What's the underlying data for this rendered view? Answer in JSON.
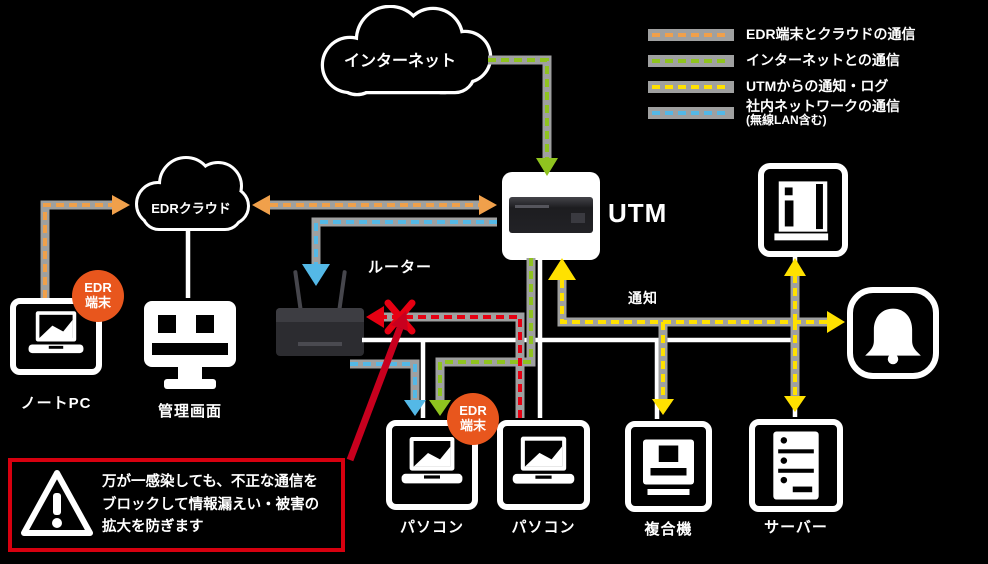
{
  "legend": {
    "items": [
      {
        "label": "EDR端末とクラウドの通信",
        "sub": "",
        "color_key": "orange"
      },
      {
        "label": "インターネットとの通信",
        "sub": "",
        "color_key": "green"
      },
      {
        "label": "UTMからの通知・ログ",
        "sub": "",
        "color_key": "yellow"
      },
      {
        "label": "社内ネットワークの通信",
        "sub": "(無線LAN含む)",
        "color_key": "blue"
      }
    ]
  },
  "nodes": {
    "internet_cloud": "インターネット",
    "edr_cloud": "EDRクラウド",
    "utm": "UTM",
    "router": "ルーター",
    "remote_pc": "ノートPC",
    "admin_console": "管理画面",
    "pc1": "パソコン",
    "pc2": "パソコン",
    "mfp": "複合機",
    "server": "サーバー",
    "notice_label": "通知"
  },
  "edr_badge": {
    "line1": "EDR",
    "line2": "端末"
  },
  "callout": {
    "line1": "万が一感染しても、不正な通信を",
    "line2": "ブロックして情報漏えい・被害の",
    "line3": "拡大を防ぎます"
  },
  "colors": {
    "orange": "#F0A04B",
    "green": "#8FC31F",
    "yellow": "#FFE100",
    "blue": "#54B8E6",
    "red": "#E60012",
    "casing": "#9FA0A0",
    "edr_badge": "#E8561D",
    "callout_border": "#D7000F"
  }
}
